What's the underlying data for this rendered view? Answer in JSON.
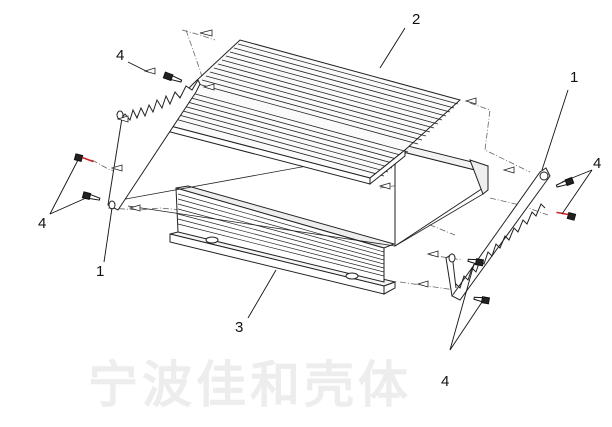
{
  "diagram": {
    "callouts": {
      "top_cover": "2",
      "bottom_shell": "3",
      "end_plate_left": "1",
      "end_plate_right": "1",
      "screws_left_top": "4",
      "screws_left_bottom": "4",
      "screws_right_top": "4",
      "screws_right_bottom": "4"
    },
    "watermark": "宁波佳和壳体"
  },
  "colors": {
    "line": "#222222",
    "callout_line": "#111111",
    "dash_line": "#666666",
    "fin_fill": "#eeeeee",
    "screw_red": "#cc2222",
    "watermark": "#ededed"
  }
}
